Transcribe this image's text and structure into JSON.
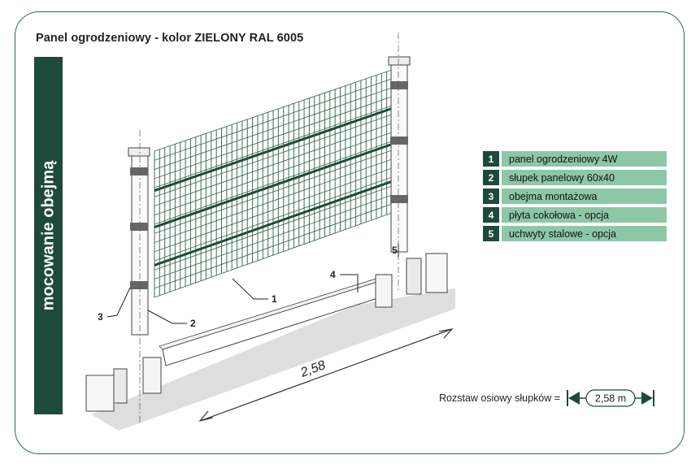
{
  "title": "Panel ogrodzeniowy - kolor ZIELONY RAL 6005",
  "sidebar_label": "mocowanie obejmą",
  "legend": [
    {
      "num": "1",
      "text": "panel ogrodzeniowy 4W"
    },
    {
      "num": "2",
      "text": "słupek panelowy 60x40"
    },
    {
      "num": "3",
      "text": "obejma montażowa"
    },
    {
      "num": "4",
      "text": "płyta cokołowa - opcja"
    },
    {
      "num": "5",
      "text": "uchwyty stalowe - opcja"
    }
  ],
  "callouts": {
    "c1": "1",
    "c2": "2",
    "c3": "3",
    "c4": "4",
    "c5": "5"
  },
  "dimension_label": "2,58",
  "spacing": {
    "label": "Rozstaw osiowy słupków =",
    "value": "2,58 m"
  },
  "colors": {
    "frame": "#2f6b52",
    "dark_green": "#1d4a3b",
    "legend_fill": "#8cc8a6",
    "panel_wire": "#3c6e57",
    "ground": "#dedede"
  }
}
